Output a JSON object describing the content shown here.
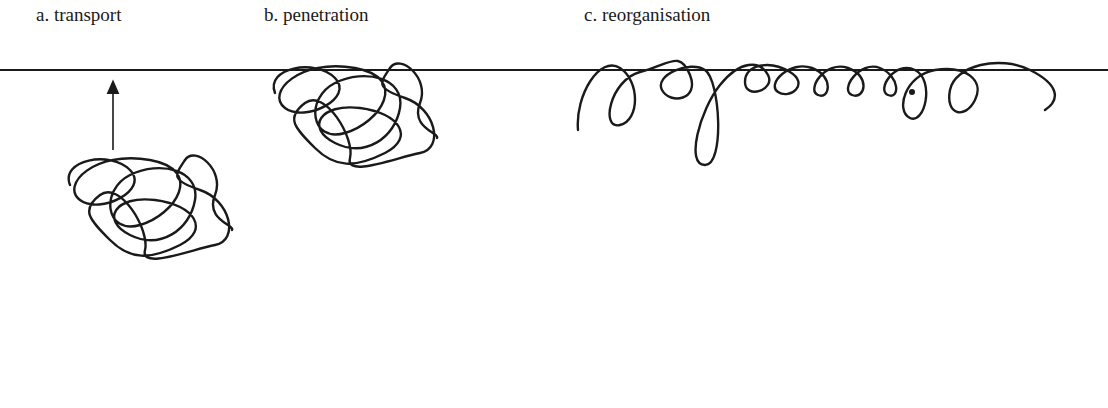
{
  "diagram": {
    "labels": [
      "a. transport",
      "b. penetration",
      "c. reorganisation"
    ]
  }
}
